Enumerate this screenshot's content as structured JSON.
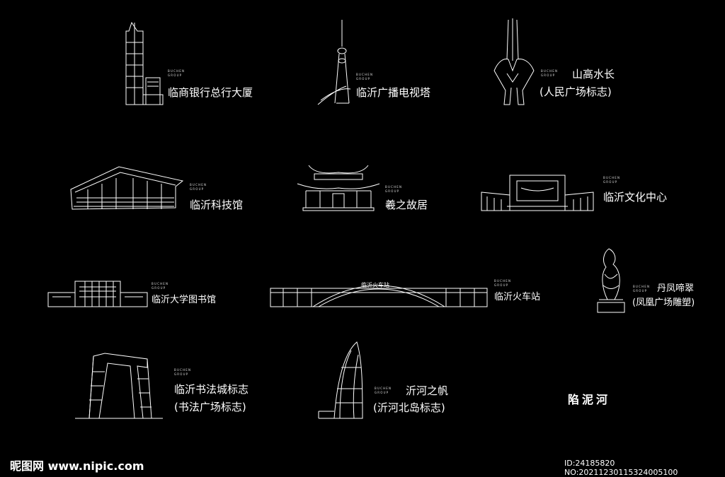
{
  "tagline": {
    "line1": "BUCHEN",
    "line2": "GROUP"
  },
  "items": [
    {
      "name": "临商银行总行大厦",
      "sub": ""
    },
    {
      "name": "临沂广播电视塔",
      "sub": ""
    },
    {
      "name": "山高水长",
      "sub": "(人民广场标志)"
    },
    {
      "name": "临沂科技馆",
      "sub": ""
    },
    {
      "name": "羲之故居",
      "sub": ""
    },
    {
      "name": "临沂文化中心",
      "sub": ""
    },
    {
      "name": "临沂大学图书馆",
      "sub": ""
    },
    {
      "name": "临沂火车站",
      "sub": ""
    },
    {
      "name": "丹凤啼翠",
      "sub": "(凤凰广场雕塑)"
    },
    {
      "name": "临沂书法城标志",
      "sub": "(书法广场标志)"
    },
    {
      "name": "沂河之帆",
      "sub": "(沂河北岛标志)"
    },
    {
      "name": "陷泥河",
      "sub": ""
    }
  ],
  "station_sign": "临沂火车站",
  "watermark": {
    "site": "昵图网 www.nipic.com",
    "id": "ID:24185820 NO:20211230115324005100"
  },
  "colors": {
    "background": "#000000",
    "line": "#ffffff"
  },
  "icons": [
    "tower-building-icon",
    "tv-tower-icon",
    "monument-icon",
    "science-museum-icon",
    "pavilion-icon",
    "culture-center-icon",
    "library-icon",
    "railway-station-icon",
    "phoenix-sculpture-icon",
    "calligraphy-gate-icon",
    "sail-building-icon"
  ]
}
